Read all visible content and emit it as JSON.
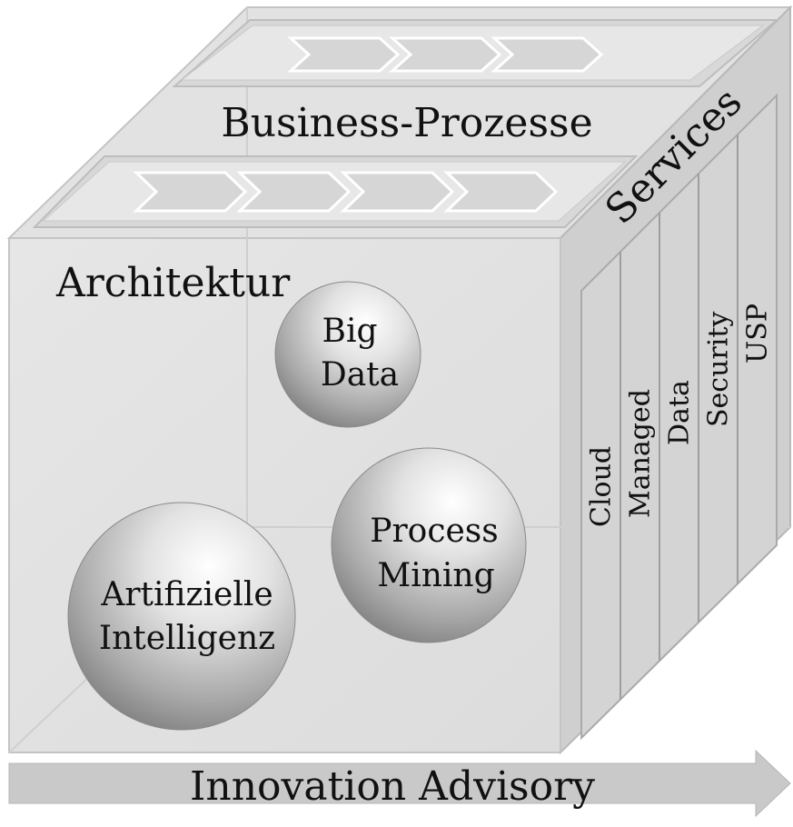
{
  "diagram": {
    "top_face_label": "Business-Prozesse",
    "front_face_label": "Architektur",
    "side_face_label": "Services",
    "bottom_arrow_label": "Innovation Advisory",
    "spheres": [
      {
        "id": "big-data",
        "lines": [
          "Big",
          "Data"
        ]
      },
      {
        "id": "process-mining",
        "lines": [
          "Process",
          "Mining"
        ]
      },
      {
        "id": "artificial-intelligence",
        "lines": [
          "Artifizielle",
          "Intelligenz"
        ]
      }
    ],
    "service_columns": [
      "Cloud",
      "Managed",
      "Data",
      "Security",
      "USP"
    ],
    "process_chevron_rows": [
      3,
      4
    ]
  },
  "colors": {
    "cube_face_light": "#e4e4e4",
    "cube_face_mid": "#d9d9d9",
    "cube_side_dark": "#c6c6c6",
    "chevron_fill": "#d6d6d6",
    "arrow_fill": "#c9c9c9",
    "text": "#111111"
  }
}
